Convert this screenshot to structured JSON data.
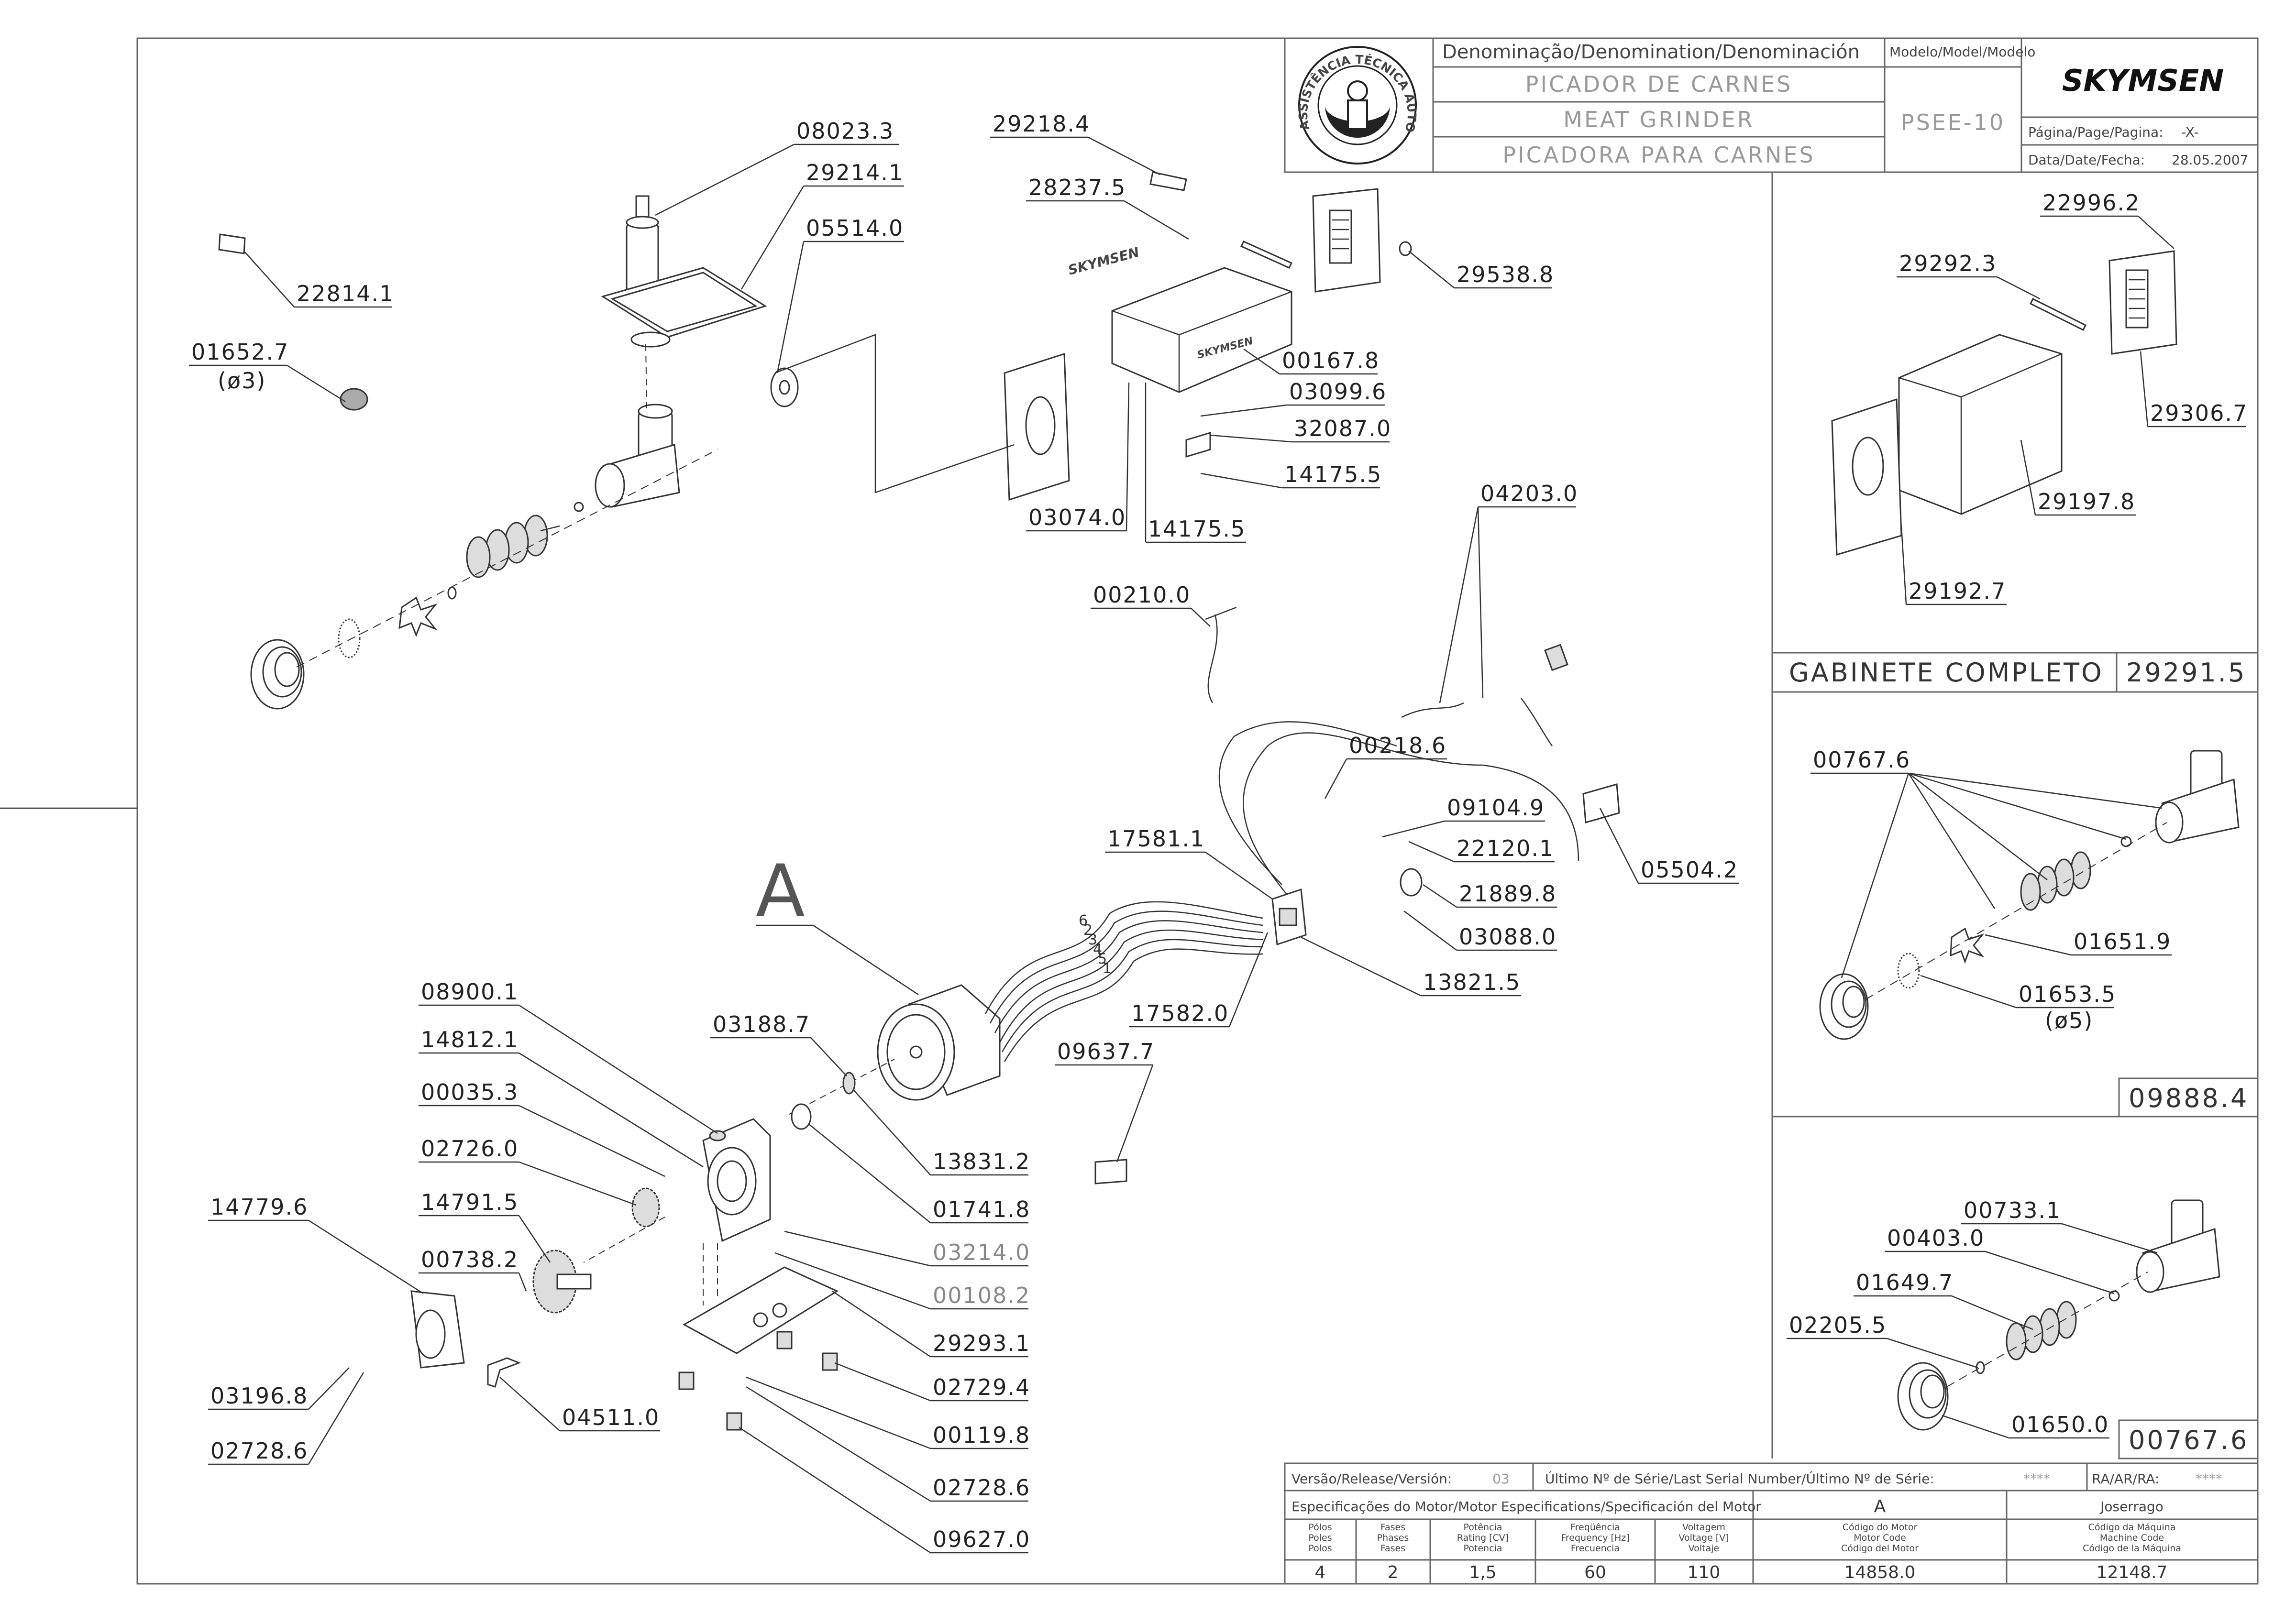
{
  "header": {
    "denomination_label": "Denominação/Denomination/Denominación",
    "name_pt": "PICADOR DE CARNES",
    "name_en": "MEAT GRINDER",
    "name_es": "PICADORA PARA CARNES",
    "model_label": "Modelo/Model/Modelo",
    "model_value": "PSEE-10",
    "brand": "SKYMSEN",
    "page_label": "Página/Page/Pagina:",
    "page_value": "-X-",
    "date_label": "Data/Date/Fecha:",
    "date_value": "28.05.2007",
    "seal_text": "ASSISTÊNCIA TÉCNICA AUTORIZADA"
  },
  "main_parts": [
    "08023.3",
    "29214.1",
    "05514.0",
    "22814.1",
    "01652.7",
    "(ø3)",
    "29218.4",
    "28237.5",
    "29538.8",
    "00167.8",
    "03099.6",
    "32087.0",
    "14175.5",
    "03074.0",
    "14175.5",
    "04203.0",
    "00210.0",
    "00218.6",
    "09104.9",
    "22120.1",
    "05504.2",
    "17581.1",
    "21889.8",
    "03088.0",
    "13821.5",
    "17582.0",
    "08900.1",
    "03188.7",
    "14812.1",
    "00035.3",
    "13831.2",
    "09637.7",
    "02726.0",
    "01741.8",
    "14791.5",
    "03214.0",
    "14779.6",
    "00738.2",
    "00108.2",
    "29293.1",
    "02729.4",
    "03196.8",
    "04511.0",
    "00119.8",
    "02728.6",
    "02728.6",
    "09627.0"
  ],
  "wire_numbers": [
    "6",
    "2",
    "3",
    "4",
    "5",
    "1"
  ],
  "callout_letter": "A",
  "panel_cabinet": {
    "parts": [
      "22996.2",
      "29292.3",
      "29306.7",
      "29197.8",
      "29192.7"
    ],
    "title": "GABINETE COMPLETO",
    "code": "29291.5"
  },
  "panel_kit5": {
    "parts": [
      "00767.6",
      "01651.9",
      "01653.5",
      "(ø5)"
    ],
    "code": "09888.4"
  },
  "panel_kit_mouth": {
    "parts": [
      "00733.1",
      "00403.0",
      "01649.7",
      "02205.5",
      "01650.0"
    ],
    "code": "00767.6"
  },
  "footer": {
    "version_label": "Versão/Release/Versión:",
    "version_value": "03",
    "serial_label": "Último Nº de Série/Last Serial Number/Último Nº de Série:",
    "serial_value": "****",
    "ra_label": "RA/AR/RA:",
    "ra_value": "****",
    "motor_spec_label": "Especificações do Motor/Motor Especifications/Specificación del Motor",
    "motor_letter": "A",
    "author": "Joserrago",
    "columns": [
      {
        "l1": "Pólos",
        "l2": "Poles",
        "l3": "Polos",
        "value": "4"
      },
      {
        "l1": "Fases",
        "l2": "Phases",
        "l3": "Fases",
        "value": "2"
      },
      {
        "l1": "Potência",
        "l2": "Rating [CV]",
        "l3": "Potencia",
        "value": "1,5"
      },
      {
        "l1": "Freqüência",
        "l2": "Frequency [Hz]",
        "l3": "Frecuencia",
        "value": "60"
      },
      {
        "l1": "Voltagem",
        "l2": "Voltage [V]",
        "l3": "Voltaje",
        "value": "110"
      },
      {
        "l1": "Código do Motor",
        "l2": "Motor Code",
        "l3": "Código del Motor",
        "value": "14858.0"
      },
      {
        "l1": "Código da Máquina",
        "l2": "Machine Code",
        "l3": "Código de la Máquina",
        "value": "12148.7"
      }
    ]
  }
}
